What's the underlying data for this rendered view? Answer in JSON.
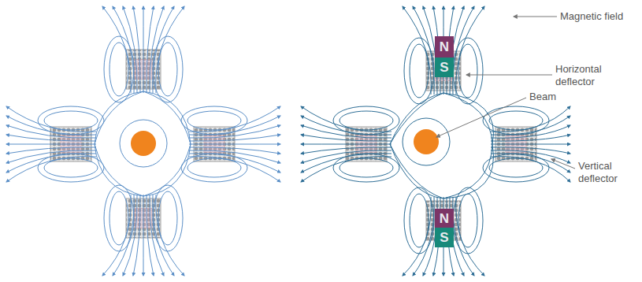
{
  "diagram": {
    "nodes": [
      {
        "text": [
          "N"
        ]
      },
      {
        "text": [
          "S"
        ]
      },
      {
        "text": [
          "N"
        ]
      },
      {
        "text": [
          "S"
        ]
      }
    ],
    "labels": [
      "Magnetic field",
      "Horizontal deflector",
      "Beam",
      "Vertical deflector"
    ]
  }
}
